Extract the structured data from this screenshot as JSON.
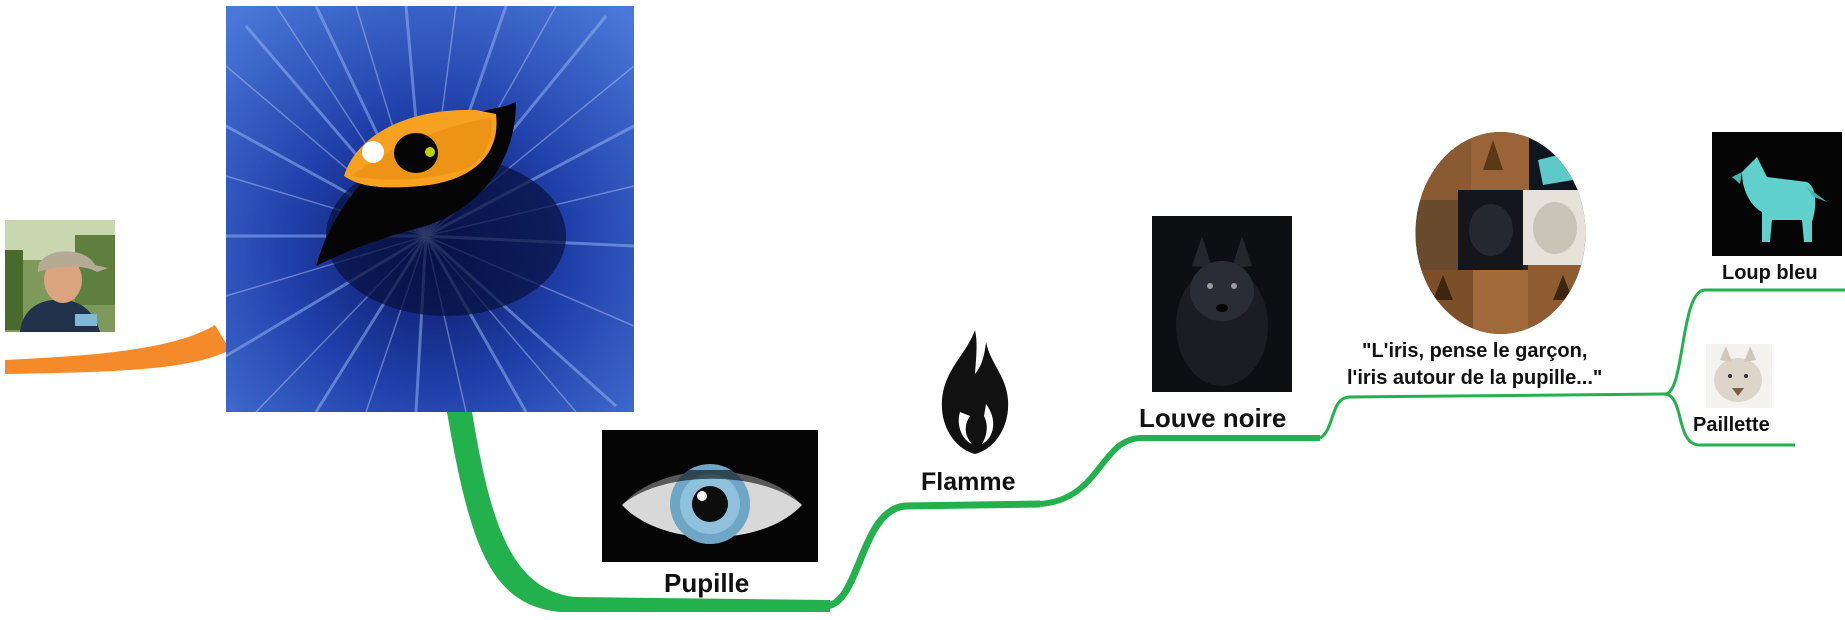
{
  "diagram": {
    "type": "mind-map",
    "colors": {
      "orange_branch": "#f58a2a",
      "green_branch": "#22b14c",
      "background": "#ffffff",
      "label_text": "#111111"
    },
    "central_node": {
      "image": "blue-wolf-eye-drawing",
      "label": ""
    },
    "left_node": {
      "image": "boy-with-cap-photo",
      "label": ""
    },
    "nodes": [
      {
        "id": "pupille",
        "image": "blue-human-eye-photo",
        "label": "Pupille"
      },
      {
        "id": "flamme",
        "image": "black-flame-icon",
        "label": "Flamme"
      },
      {
        "id": "louve-noire",
        "image": "black-wolf-photo",
        "label": "Louve noire"
      },
      {
        "id": "iris",
        "image": "wolf-collage-circle",
        "label_lines": [
          "\"L'iris, pense le garçon,",
          "l'iris autour de la pupille...\""
        ]
      },
      {
        "id": "loup-bleu",
        "image": "cyan-wolf-figure",
        "label": "Loup bleu"
      },
      {
        "id": "paillette",
        "image": "white-wolf-photo",
        "label": "Paillette"
      }
    ]
  }
}
